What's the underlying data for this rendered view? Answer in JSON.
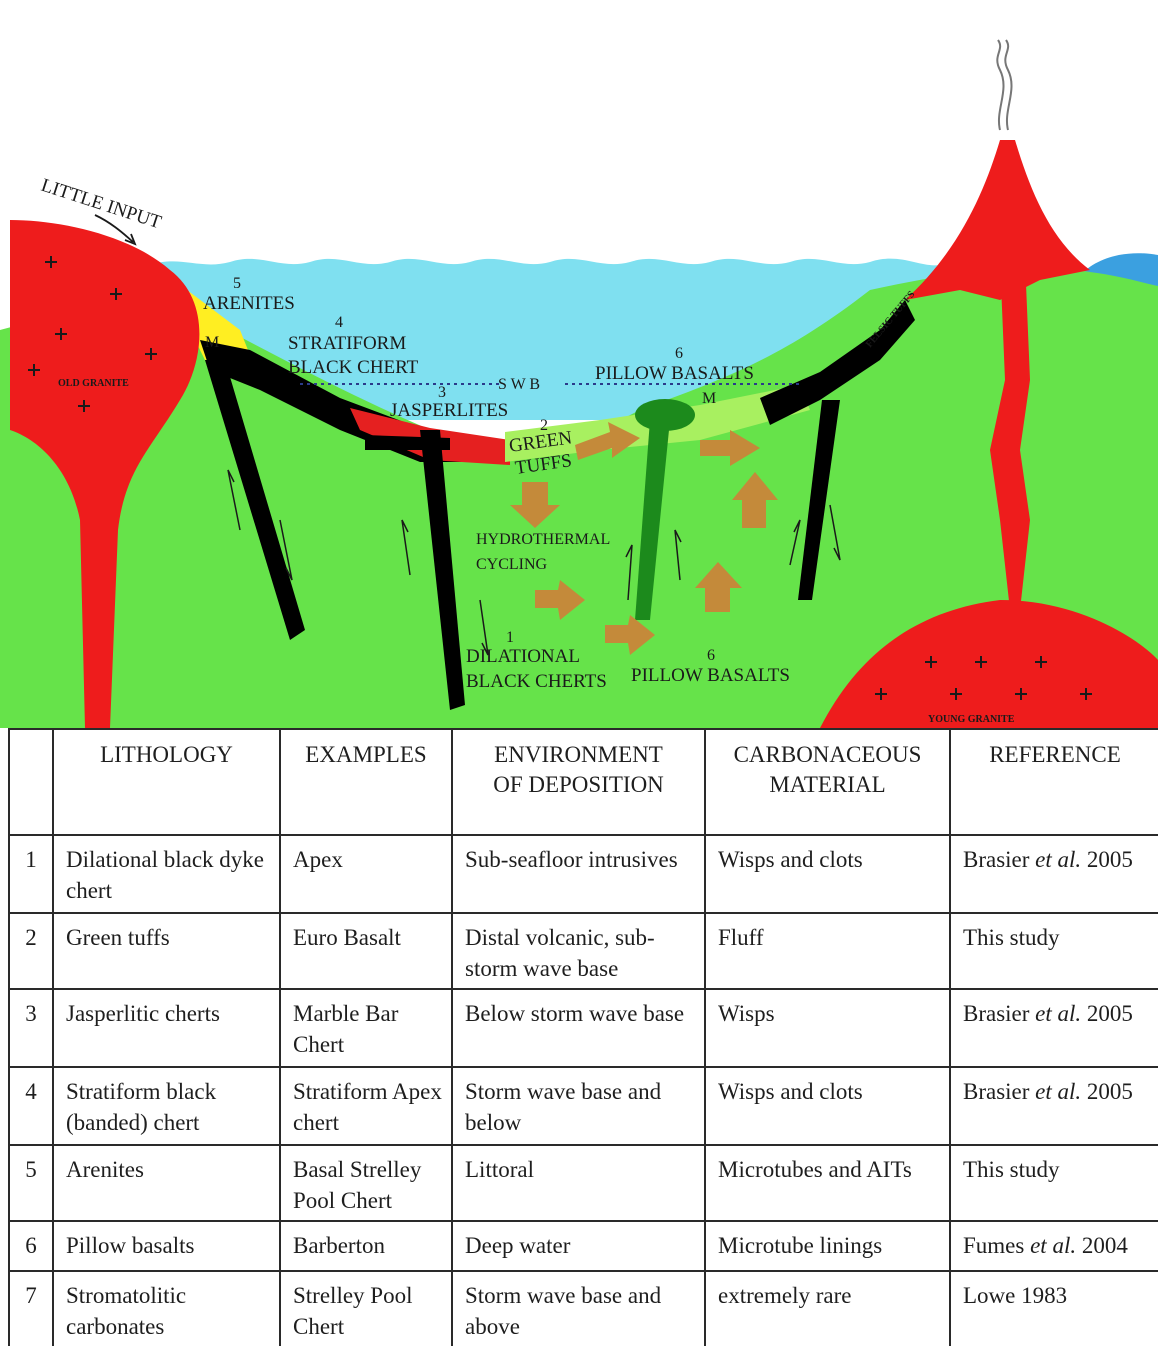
{
  "diagram": {
    "labels": {
      "little_input": "LITTLE INPUT",
      "old_granite": "OLD GRANITE",
      "young_granite": "YOUNG GRANITE",
      "felsic_tuffs": "FELSIC TUFFS",
      "arenites_num": "5",
      "arenites": "ARENITES",
      "m_left": "M",
      "m_right": "M",
      "stratiform_num": "4",
      "stratiform_line1": "STRATIFORM",
      "stratiform_line2": "BLACK CHERT",
      "swb": "S W B",
      "jasperlites_num": "3",
      "jasperlites": "JASPERLITES",
      "green_tuffs_num": "2",
      "green_tuffs_line1": "GREEN",
      "green_tuffs_line2": "TUFFS",
      "pillow_top_num": "6",
      "pillow_top": "PILLOW BASALTS",
      "hydro_line1": "HYDROTHERMAL",
      "hydro_line2": "CYCLING",
      "dilational_num": "1",
      "dilational_line1": "DILATIONAL",
      "dilational_line2": "BLACK CHERTS",
      "pillow_bottom_num": "6",
      "pillow_bottom": "PILLOW BASALTS"
    },
    "colors": {
      "sea": "#7fe0f0",
      "ground": "#66e34a",
      "granite": "#ee1c1c",
      "chert": "#000000",
      "arenite": "#ffee22",
      "tuff": "#a8f060",
      "arrow": "#c48a3a"
    }
  },
  "table": {
    "headers": {
      "num": "",
      "lithology": "LITHOLOGY",
      "examples": "EXAMPLES",
      "environment_line1": "ENVIRONMENT",
      "environment_line2": "OF DEPOSITION",
      "carbonaceous_line1": "CARBONACEOUS",
      "carbonaceous_line2": "MATERIAL",
      "reference": "REFERENCE"
    },
    "rows": [
      {
        "num": "1",
        "lithology": "Dilational black dyke chert",
        "examples": "Apex",
        "environment": "Sub-seafloor intrusives",
        "material": "Wisps and clots",
        "ref_author": "Brasier ",
        "ref_etal": "et al.",
        "ref_year": " 2005"
      },
      {
        "num": "2",
        "lithology": "Green tuffs",
        "examples": "Euro Basalt",
        "environment": "Distal volcanic, sub-storm wave base",
        "material": "Fluff",
        "ref_author": "This study",
        "ref_etal": "",
        "ref_year": ""
      },
      {
        "num": "3",
        "lithology": "Jasperlitic cherts",
        "examples": "Marble Bar Chert",
        "environment": "Below storm wave base",
        "material": "Wisps",
        "ref_author": "Brasier ",
        "ref_etal": "et al.",
        "ref_year": " 2005"
      },
      {
        "num": "4",
        "lithology": "Stratiform black (banded) chert",
        "examples": "Stratiform Apex chert",
        "environment": "Storm wave base and below",
        "material": "Wisps and clots",
        "ref_author": "Brasier ",
        "ref_etal": "et al.",
        "ref_year": " 2005"
      },
      {
        "num": "5",
        "lithology": "Arenites",
        "examples": "Basal Strelley Pool Chert",
        "environment": "Littoral",
        "material": "Microtubes and AITs",
        "ref_author": "This study",
        "ref_etal": "",
        "ref_year": ""
      },
      {
        "num": "6",
        "lithology": "Pillow basalts",
        "examples": "Barberton",
        "environment": "Deep water",
        "material": "Microtube linings",
        "ref_author": "Fumes ",
        "ref_etal": "et al.",
        "ref_year": " 2004"
      },
      {
        "num": "7",
        "lithology": "Stromatolitic carbonates",
        "examples": "Strelley Pool Chert",
        "environment": "Storm wave base and above",
        "material": "extremely rare",
        "ref_author": "Lowe 1983",
        "ref_etal": "",
        "ref_year": ""
      }
    ]
  }
}
